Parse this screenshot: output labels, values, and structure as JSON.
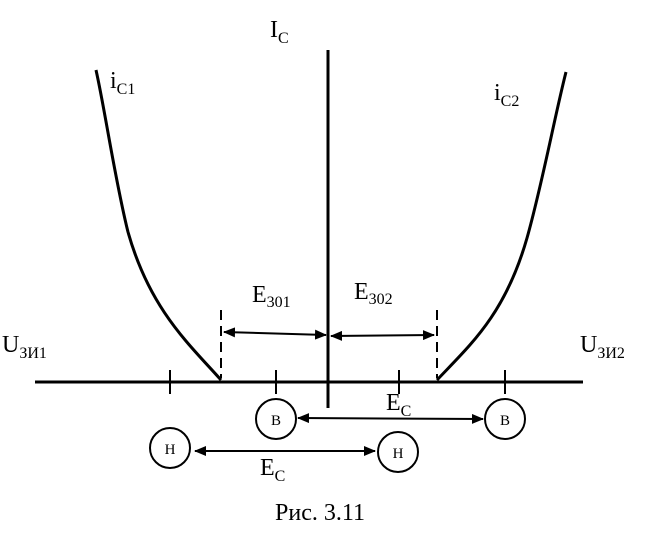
{
  "figure": {
    "caption": "Рис. 3.11",
    "axis_labels": {
      "ic": {
        "main": "I",
        "sub": "C"
      },
      "u_left": {
        "main": "U",
        "sub": "ЗИ1"
      },
      "u_right": {
        "main": "U",
        "sub": "ЗИ2"
      }
    },
    "curve_labels": {
      "ic1": {
        "main": "i",
        "sub": "C1"
      },
      "ic2": {
        "main": "i",
        "sub": "C2"
      }
    },
    "dimension_labels": {
      "e301": {
        "main": "E",
        "sub": "301"
      },
      "e302": {
        "main": "E",
        "sub": "302"
      },
      "ec_upper": {
        "main": "E",
        "sub": "C"
      },
      "ec_lower": {
        "main": "E",
        "sub": "C"
      }
    },
    "markers": {
      "b_label": "B",
      "h_label": "H"
    }
  },
  "colors": {
    "ink": "#000000",
    "background": "#ffffff"
  }
}
